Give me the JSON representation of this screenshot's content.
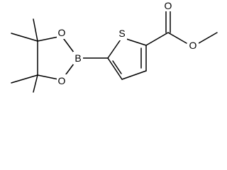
{
  "molecule": {
    "atoms": {
      "sulfur": "S",
      "boron": "B",
      "ring_oxygen_upper": "O",
      "ring_oxygen_lower": "O",
      "carbonyl_oxygen": "O",
      "ester_oxygen": "O"
    }
  },
  "colors": {
    "ink": "#000000",
    "background": "#ffffff"
  }
}
